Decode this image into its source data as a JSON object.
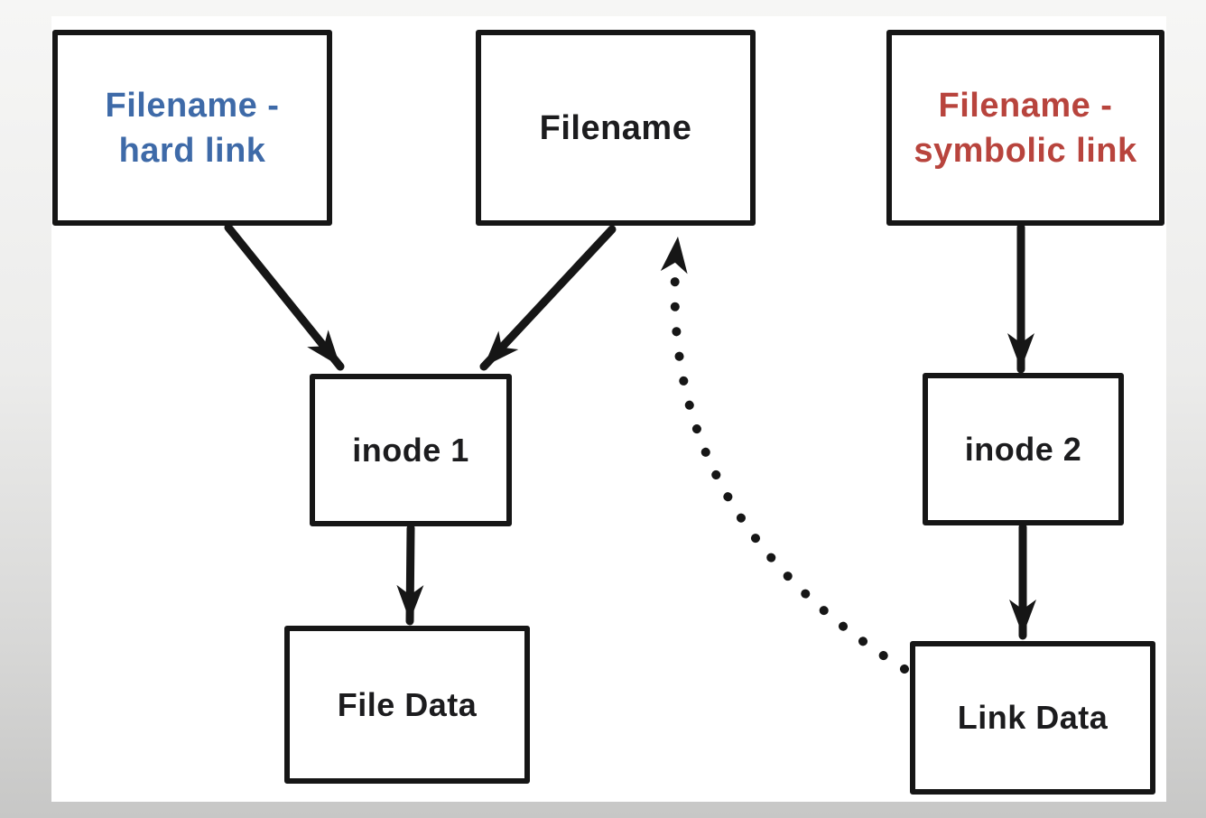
{
  "slide": {
    "background_top_color": "#f6f6f5",
    "background_bottom_color": "#c7c7c6",
    "canvas_color": "#ffffff",
    "ink_color": "#161616"
  },
  "nodes": {
    "hard_link": {
      "line1": "Filename -",
      "line2": "hard link",
      "text_color": "#3e6aa8"
    },
    "filename": {
      "label": "Filename",
      "text_color": "#1c1c1e"
    },
    "symbolic_link": {
      "line1": "Filename -",
      "line2": "symbolic link",
      "text_color": "#b8443d"
    },
    "inode1": {
      "label": "inode 1",
      "text_color": "#1c1c1e"
    },
    "inode2": {
      "label": "inode 2",
      "text_color": "#1c1c1e"
    },
    "file_data": {
      "label": "File Data",
      "text_color": "#1c1c1e"
    },
    "link_data": {
      "label": "Link Data",
      "text_color": "#1c1c1e"
    }
  },
  "edges": [
    {
      "from": "Filename - hard link",
      "to": "inode 1",
      "style": "solid-arrow"
    },
    {
      "from": "Filename",
      "to": "inode 1",
      "style": "solid-arrow"
    },
    {
      "from": "Filename - symbolic link",
      "to": "inode 2",
      "style": "solid-arrow"
    },
    {
      "from": "inode 1",
      "to": "File Data",
      "style": "solid-arrow"
    },
    {
      "from": "inode 2",
      "to": "Link Data",
      "style": "solid-arrow"
    },
    {
      "from": "Link Data",
      "to": "Filename",
      "style": "dotted-arrow"
    }
  ]
}
